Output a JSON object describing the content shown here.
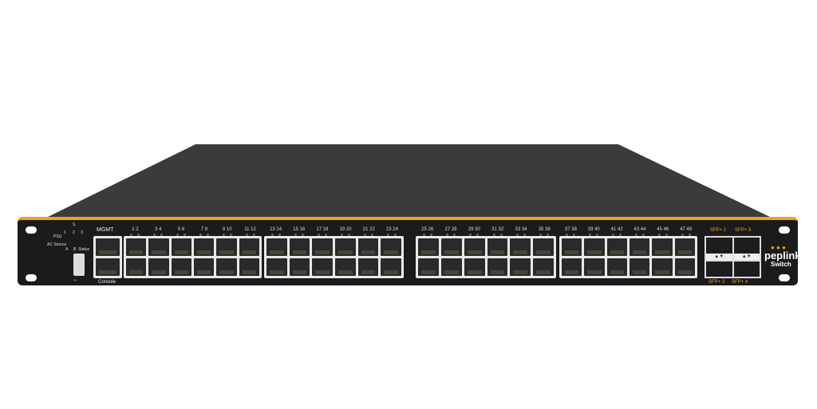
{
  "colors": {
    "chassis": "#3a3a3b",
    "panel": "#1b1b1c",
    "accent": "#f2a21a"
  },
  "left": {
    "reset_label": "S",
    "psu_label": "PSU",
    "psu_nums": [
      "1",
      "2",
      "3"
    ],
    "ac_label": "AC Source",
    "ac_letters": [
      "A",
      "B"
    ],
    "status_label": "Status",
    "usb_icon": "usb-icon",
    "mgmt_label": "MGMT",
    "console_label": "Console"
  },
  "ports": {
    "groups": [
      [
        [
          "1",
          "2"
        ],
        [
          "3",
          "4"
        ],
        [
          "5",
          "6"
        ],
        [
          "7",
          "8"
        ],
        [
          "9",
          "10"
        ],
        [
          "11",
          "12"
        ]
      ],
      [
        [
          "13",
          "14"
        ],
        [
          "15",
          "16"
        ],
        [
          "17",
          "18"
        ],
        [
          "19",
          "20"
        ],
        [
          "21",
          "22"
        ],
        [
          "23",
          "24"
        ]
      ],
      [
        [
          "25",
          "26"
        ],
        [
          "27",
          "28"
        ],
        [
          "29",
          "30"
        ],
        [
          "31",
          "32"
        ],
        [
          "33",
          "34"
        ],
        [
          "35",
          "36"
        ]
      ],
      [
        [
          "37",
          "38"
        ],
        [
          "39",
          "40"
        ],
        [
          "41",
          "42"
        ],
        [
          "43",
          "44"
        ],
        [
          "45",
          "46"
        ],
        [
          "47",
          "48"
        ]
      ]
    ]
  },
  "sfp": {
    "labels": [
      "SFP+ 1",
      "SFP+ 3",
      "SFP+ 2",
      "SFP+ 4"
    ]
  },
  "brand": {
    "name": "peplink",
    "product": "Switch"
  }
}
